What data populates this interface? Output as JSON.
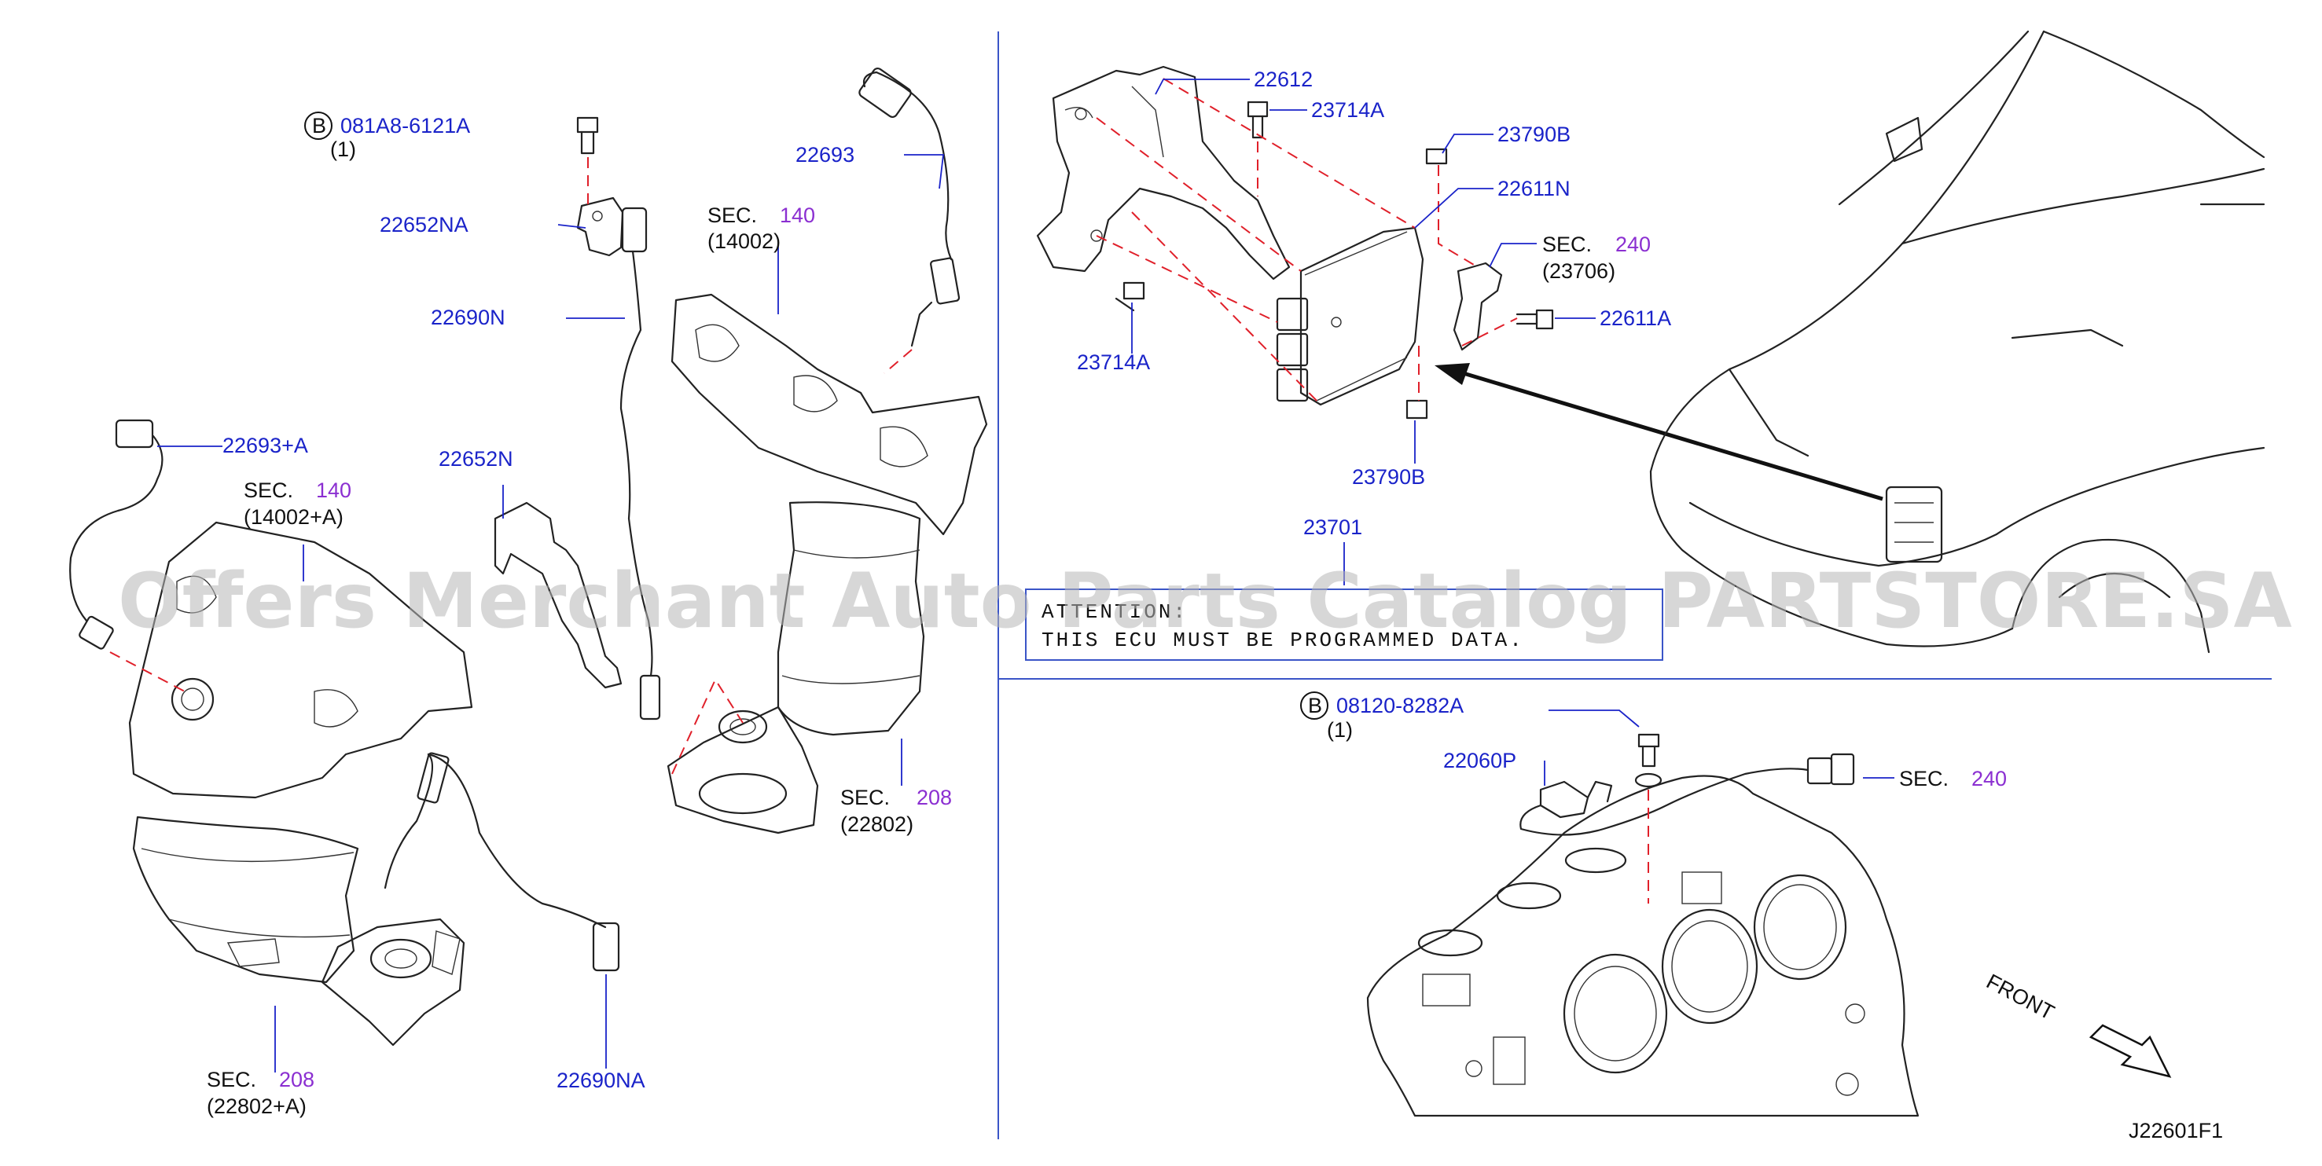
{
  "watermark": "Offers Merchant Auto Parts Catalog PARTSTORE.SA",
  "diagram_id": "J22601F1",
  "front_label": "FRONT",
  "bolt_circle_letter": "B",
  "labels": {
    "bolt1_part": "081A8-6121A",
    "bolt1_qty": "(1)",
    "p22652NA": "22652NA",
    "p22690N": "22690N",
    "p22693": "22693",
    "sec140a_word": "SEC.",
    "sec140a_num": "140",
    "sec140a_ref": "(14002)",
    "p22693A": "22693+A",
    "sec140b_word": "SEC.",
    "sec140b_num": "140",
    "sec140b_ref": "(14002+A)",
    "p22652N": "22652N",
    "sec208a_word": "SEC.",
    "sec208a_num": "208",
    "sec208a_ref": "(22802)",
    "sec208b_word": "SEC.",
    "sec208b_num": "208",
    "sec208b_ref": "(22802+A)",
    "p22690NA": "22690NA",
    "p22612": "22612",
    "p23714A_top": "23714A",
    "p23790B_top": "23790B",
    "p22611N": "22611N",
    "sec240a_word": "SEC.",
    "sec240a_num": "240",
    "sec240a_ref": "(23706)",
    "p22611A": "22611A",
    "p23714A_left": "23714A",
    "p23790B_bottom": "23790B",
    "p23701": "23701",
    "note_line1": "ATTENTION:",
    "note_line2": "THIS  ECU  MUST  BE  PROGRAMMED  DATA.",
    "bolt2_part": "08120-8282A",
    "bolt2_qty": "(1)",
    "p22060P": "22060P",
    "sec240b_word": "SEC.",
    "sec240b_num": "240"
  },
  "colors": {
    "label_blue": "#1a23c9",
    "section_purple": "#8b2fd1",
    "dash_red": "#e0202a",
    "divider_blue": "#3b55c7"
  }
}
